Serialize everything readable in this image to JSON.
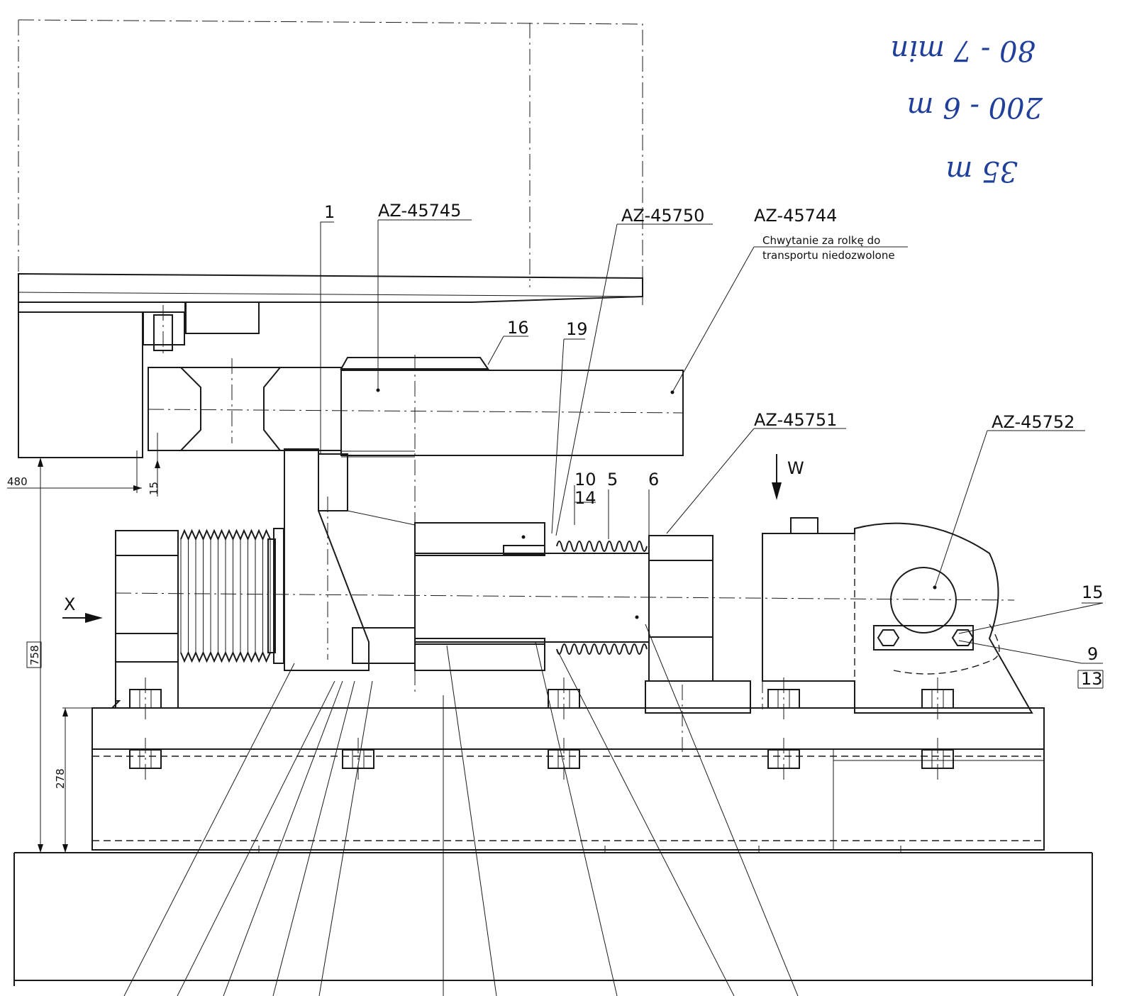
{
  "drawing": {
    "refs": {
      "az45745": "AZ-45745",
      "az45750": "AZ-45750",
      "az45744": "AZ-45744",
      "az45751": "AZ-45751",
      "az45752": "AZ-45752"
    },
    "note_line1": "Chwytanie za rolkę do",
    "note_line2": "transportu niedozwolone",
    "positions": {
      "p1": "1",
      "p5": "5",
      "p6": "6",
      "p9": "9",
      "p10": "10",
      "p13": "13",
      "p14": "14",
      "p15": "15",
      "p16": "16",
      "p19": "19"
    },
    "views": {
      "x": "X",
      "w": "W"
    },
    "dimensions": {
      "d480": "480",
      "d15": "15",
      "d758": "758",
      "d278": "278"
    },
    "handwriting": {
      "line1": "80 - 7 min",
      "line2": "200 - 6 m",
      "line3": "35 m"
    }
  },
  "colors": {
    "ink": "#1a1a1a",
    "pen": "#1f3f9a"
  }
}
